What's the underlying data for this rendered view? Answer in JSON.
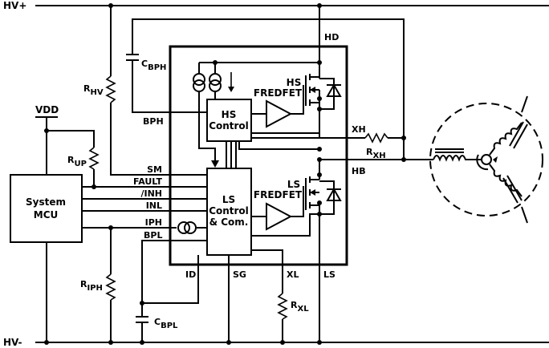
{
  "rails": {
    "positive": "HV+",
    "negative": "HV-"
  },
  "supply": {
    "vdd": "VDD"
  },
  "mcu": {
    "line1": "System",
    "line2": "MCU"
  },
  "hs_control": {
    "line1": "HS",
    "line2": "Control"
  },
  "ls_control": {
    "line1": "LS",
    "line2": "Control",
    "line3": "& Com."
  },
  "switches": {
    "hs": "HS",
    "ls": "LS",
    "fredfet_hs": "FREDFET",
    "fredfet_ls": "FREDFET"
  },
  "pins": {
    "hd": "HD",
    "bph": "BPH",
    "xh": "XH",
    "hb": "HB",
    "sm": "SM",
    "fault": "FAULT",
    "inh": "/INH",
    "inl": "INL",
    "iph": "IPH",
    "bpl": "BPL",
    "id": "ID",
    "sg": "SG",
    "xl": "XL",
    "ls": "LS"
  },
  "components": {
    "c_bph": {
      "main": "C",
      "sub": "BPH"
    },
    "r_hv": {
      "main": "R",
      "sub": "HV"
    },
    "r_up": {
      "main": "R",
      "sub": "UP"
    },
    "r_iph": {
      "main": "R",
      "sub": "IPH"
    },
    "c_bpl": {
      "main": "C",
      "sub": "BPL"
    },
    "r_xl": {
      "main": "R",
      "sub": "XL"
    },
    "r_xh": {
      "main": "R",
      "sub": "XH"
    }
  }
}
